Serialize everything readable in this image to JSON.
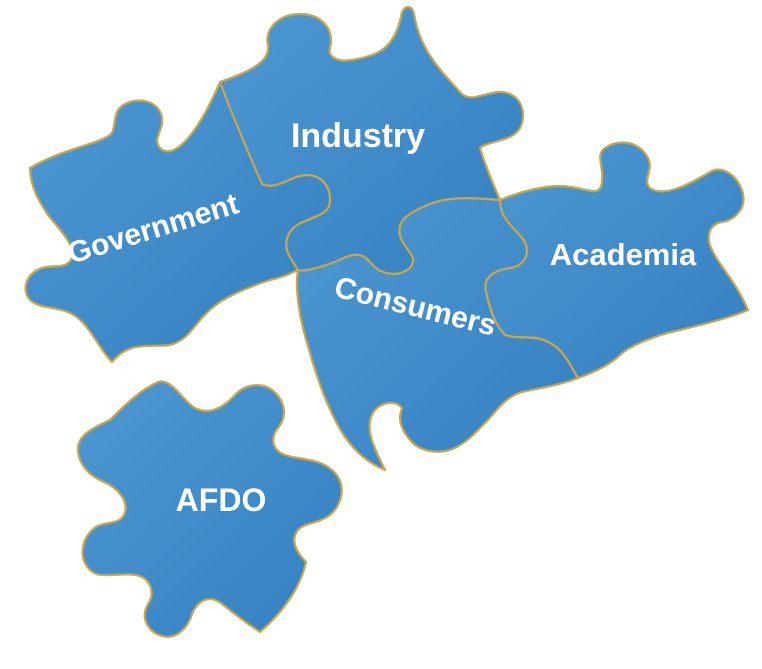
{
  "pieces": {
    "government": {
      "label": "Government"
    },
    "industry": {
      "label": "Industry"
    },
    "academia": {
      "label": "Academia"
    },
    "consumers": {
      "label": "Consumers"
    },
    "afdo": {
      "label": "AFDO"
    }
  },
  "colors": {
    "piece_fill": "#3f8ac8",
    "piece_fill_light": "#5aa2d9",
    "piece_outline": "#c9a64a",
    "label_text": "#ffffff",
    "background": "#ffffff"
  }
}
